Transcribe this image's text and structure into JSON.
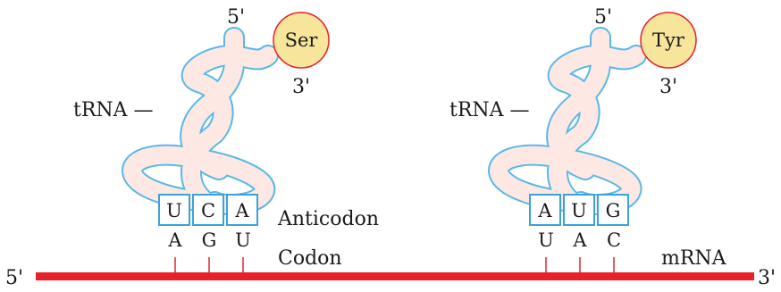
{
  "mrna": {
    "label": "mRNA",
    "five_prime": "5'",
    "three_prime": "3'",
    "color": "#e8202a"
  },
  "trnas": [
    {
      "label": "tRNA —",
      "five_prime": "5'",
      "three_prime": "3'",
      "amino_acid": "Ser",
      "anticodon": [
        "U",
        "C",
        "A"
      ],
      "codon": [
        "A",
        "G",
        "U"
      ]
    },
    {
      "label": "tRNA —",
      "five_prime": "5'",
      "three_prime": "3'",
      "amino_acid": "Tyr",
      "anticodon": [
        "A",
        "U",
        "G"
      ],
      "codon": [
        "U",
        "A",
        "C"
      ]
    }
  ],
  "labels": {
    "anticodon": "Anticodon",
    "codon": "Codon"
  },
  "colors": {
    "trna_outline": "#5ab8e6",
    "trna_fill": "#fde8e3",
    "amino_fill": "#f7e59b",
    "amino_stroke": "#e8202a",
    "box_stroke": "#3aa3d8"
  }
}
